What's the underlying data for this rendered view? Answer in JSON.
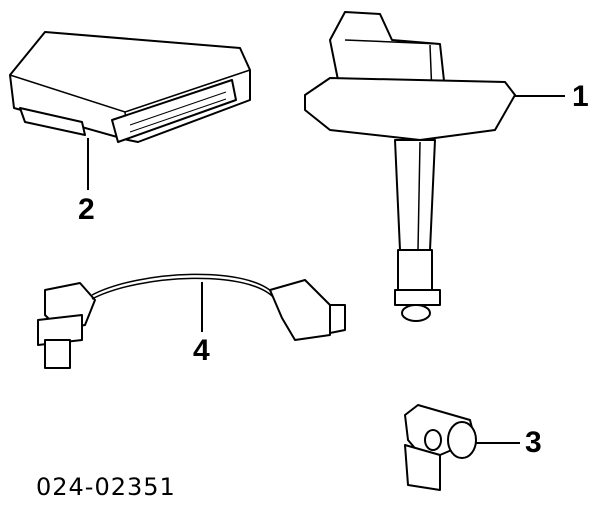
{
  "callouts": {
    "one": "1",
    "two": "2",
    "three": "3",
    "four": "4"
  },
  "reference_number": "024-02351"
}
